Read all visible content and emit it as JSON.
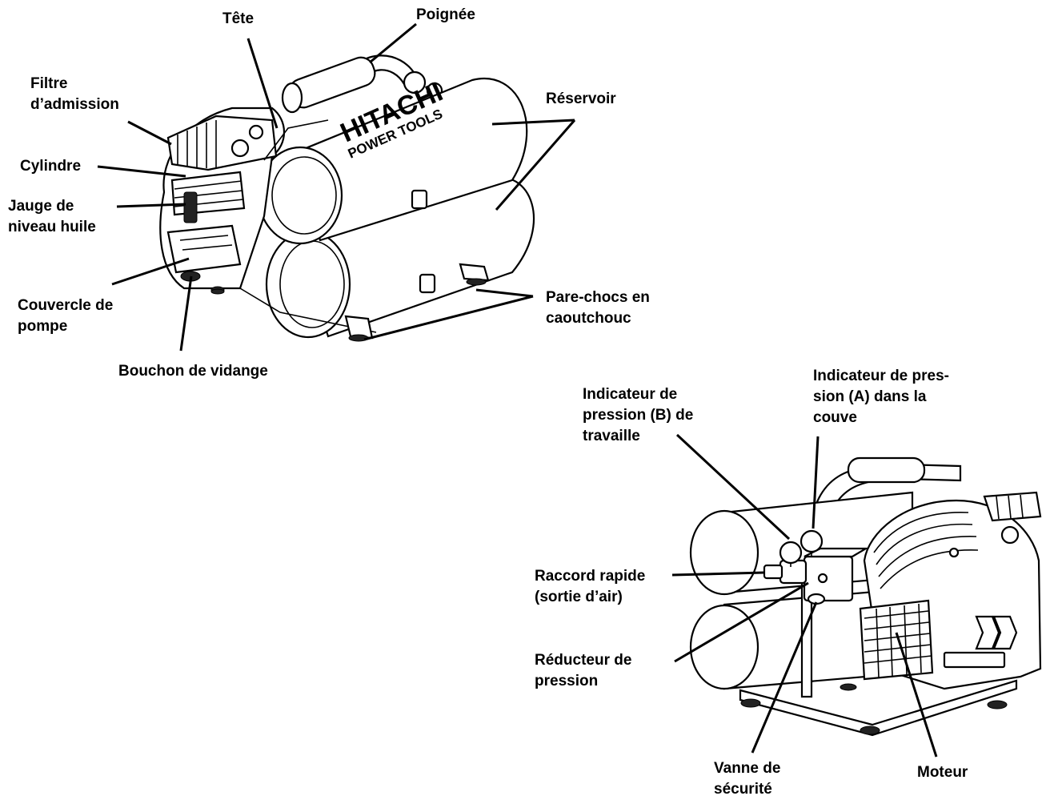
{
  "labels": {
    "tete": "Tête",
    "poignee": "Poignée",
    "filtre": "Filtre\nd’admission",
    "reservoir": "Réservoir",
    "cylindre": "Cylindre",
    "jauge": "Jauge de\nniveau huile",
    "couvercle": "Couvercle de\npompe",
    "parechocs": "Pare-chocs en\ncaoutchouc",
    "bouchon": "Bouchon de vidange",
    "indicateur_a": "Indicateur de pres-\nsion (A) dans la\ncouve",
    "indicateur_b": "Indicateur de\npression (B) de\ntravaille",
    "raccord": "Raccord rapide\n(sortie d’air)",
    "reducteur": "Réducteur de\npression",
    "vanne": "Vanne de\nsécurité",
    "moteur": "Moteur"
  },
  "brand": {
    "name": "HITACHI",
    "sub": "POWER TOOLS"
  }
}
